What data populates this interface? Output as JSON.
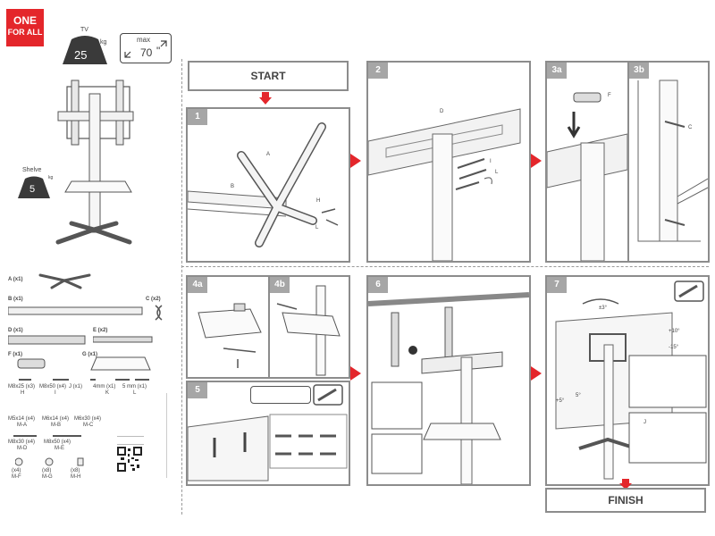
{
  "brand": {
    "line1": "ONE",
    "line2": "FOR ALL"
  },
  "specs": {
    "tv_label": "TV",
    "tv_weight": "25",
    "tv_unit": "kg",
    "max_label": "max",
    "max_size": "70",
    "max_unit": "\"",
    "shelve_label": "Shelve",
    "shelve_weight": "5",
    "shelve_unit": "kg"
  },
  "parts": [
    {
      "label": "A (x1)"
    },
    {
      "label": "B (x1)"
    },
    {
      "label": "C (x2)"
    },
    {
      "label": "D (x1)"
    },
    {
      "label": "E (x2)"
    },
    {
      "label": "F (x1)"
    },
    {
      "label": "G (x1)"
    }
  ],
  "hardware": [
    {
      "spec": "M8x25 (x3)",
      "code": "H"
    },
    {
      "spec": "M8x50 (x4)",
      "code": "I"
    },
    {
      "spec": "J (x1)",
      "code": ""
    },
    {
      "spec": "4mm (x1)",
      "code": "K"
    },
    {
      "spec": "5 mm (x1)",
      "code": "L"
    },
    {
      "spec": "M5x14 (x4)",
      "code": "M-A"
    },
    {
      "spec": "M6x14 (x4)",
      "code": "M-B"
    },
    {
      "spec": "M6x30 (x4)",
      "code": "M-C"
    },
    {
      "spec": "M8x30 (x4)",
      "code": "M-D"
    },
    {
      "spec": "M8x50 (x4)",
      "code": "M-E"
    },
    {
      "spec": "(x4)",
      "code": "M-F"
    },
    {
      "spec": "(x8)",
      "code": "M-G"
    },
    {
      "spec": "(x8)",
      "code": "M-H"
    }
  ],
  "steps": {
    "start": "START",
    "finish": "FINISH",
    "s1": "1",
    "s2": "2",
    "s3a": "3a",
    "s3b": "3b",
    "s4a": "4a",
    "s4b": "4b",
    "s5": "5",
    "s6": "6",
    "s7": "7"
  },
  "callouts": {
    "a": "A",
    "b": "B",
    "h": "H",
    "l": "L",
    "d": "D",
    "i": "I",
    "l2": "L",
    "f": "F",
    "c": "C",
    "j": "J",
    "tilt_pos": "+10°",
    "tilt_neg": "-15°",
    "swivel_left": "+5°",
    "swivel_right": "5°",
    "rotate": "±3°"
  },
  "colors": {
    "brand": "#e4262b",
    "panel_border": "#8c8c8c",
    "step_tag": "#a6a6a6"
  }
}
